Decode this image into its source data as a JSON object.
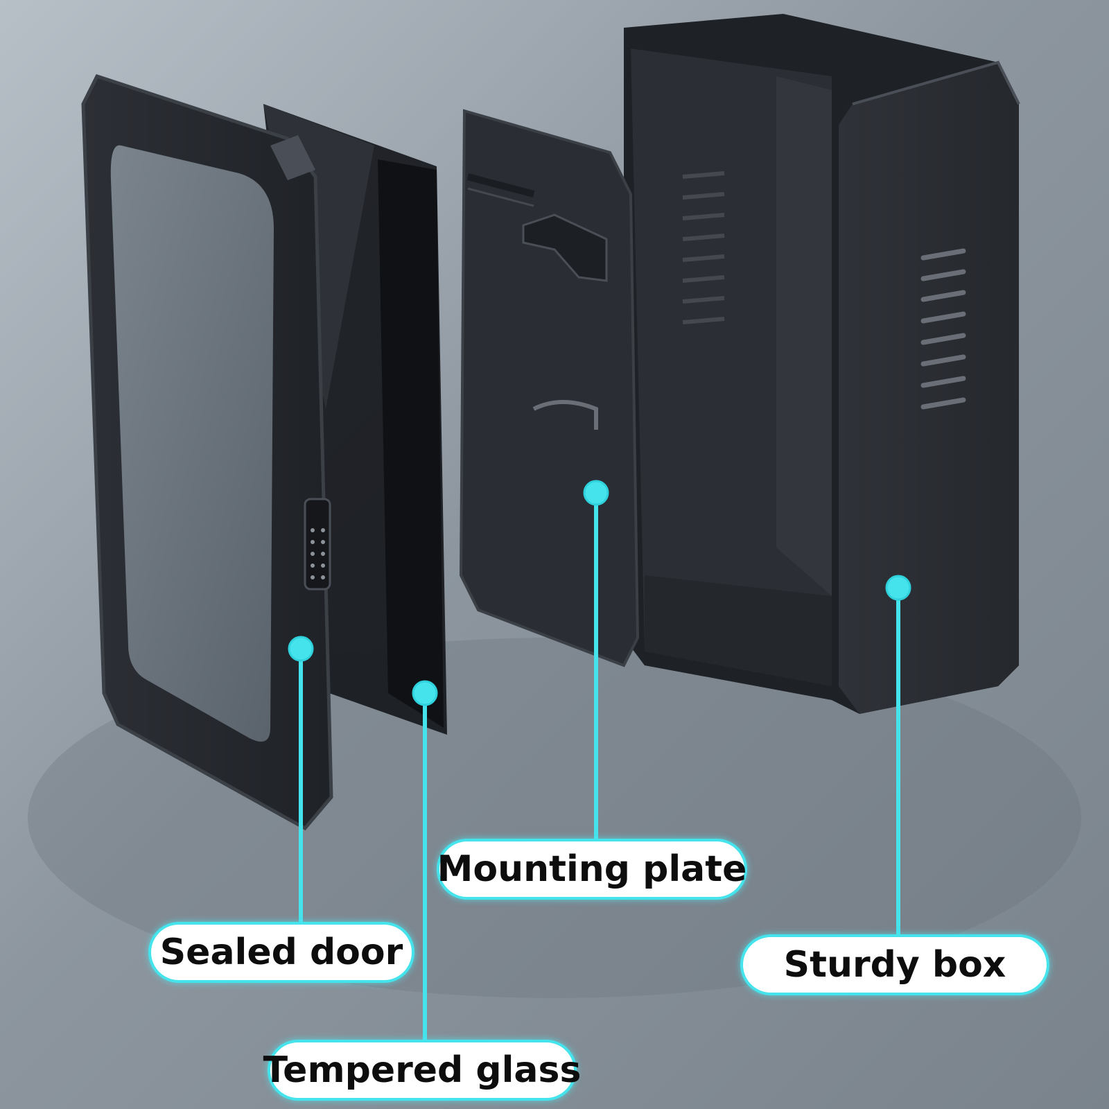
{
  "colors": {
    "background_light": "#b4bcc4",
    "background_dark": "#6f7880",
    "panel": "#2a2d33",
    "panel_edge": "#3b3f46",
    "panel_highlight": "#4a4f57",
    "accent": "#45e3ec"
  },
  "callouts": [
    {
      "id": "sealed_door",
      "label": "Sealed door",
      "icon": "callout-dot"
    },
    {
      "id": "tempered_glass",
      "label": "Tempered glass",
      "icon": "callout-dot"
    },
    {
      "id": "mounting_plate",
      "label": "Mounting plate",
      "icon": "callout-dot"
    },
    {
      "id": "sturdy_box",
      "label": "Sturdy box",
      "icon": "callout-dot"
    }
  ]
}
